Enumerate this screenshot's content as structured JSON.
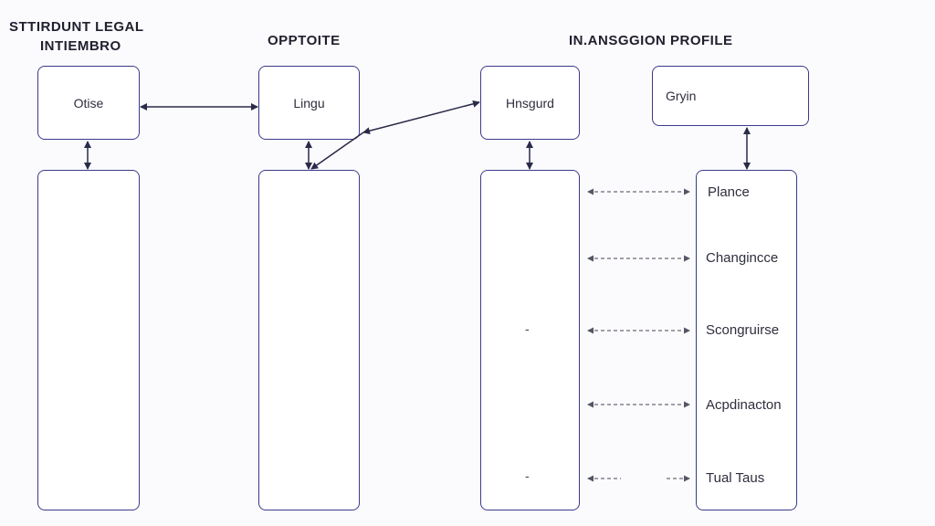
{
  "headings": {
    "left": [
      "STTIRDUNT LEGAL",
      "INTIEMBRO"
    ],
    "middle": "OPPTOITE",
    "right": "IN.ANSGGION PROFILE"
  },
  "nodes": {
    "otise": "Otise",
    "lingu": "Lingu",
    "hnsgurd": "Hnsgurd",
    "gryin": "Gryin"
  },
  "profile_items": [
    "Plance",
    "Changincce",
    "Scongruirse",
    "Acpdinacton",
    "Tual Taus"
  ],
  "markers": [
    "-",
    "-"
  ],
  "colors": {
    "stroke": "#3a3a8c",
    "arrow": "#2a2a4a",
    "dashed": "#6a6a7a"
  }
}
